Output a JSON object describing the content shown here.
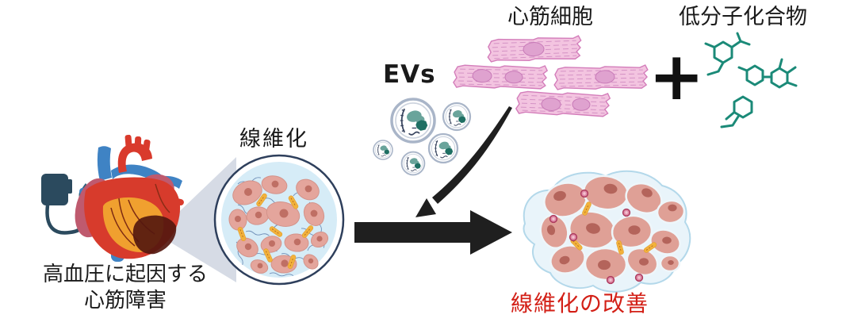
{
  "labels": {
    "cardiomyocytes": "心筋細胞",
    "small_molecules": "低分子化合物",
    "evs": "EVs",
    "fibrosis": "線維化",
    "cause_line1": "高血圧に起因する",
    "cause_line2": "心筋障害",
    "improvement": "線維化の改善",
    "plus": "+"
  },
  "colors": {
    "label_text": "#1a1a1a",
    "improvement_text": "#d32017",
    "molecule_teal": "#1b8a78",
    "arrow_black": "#1f1f1f",
    "myocyte_pink": "#f3c4e0",
    "myocyte_outline": "#d37dba",
    "vesicle_ring_gray": "#a9b5c8",
    "vesicle_cargo_teal": "#1e6f63",
    "fibrosis_matrix_blue": "#d6ecf7",
    "cell_salmon": "#dfa096",
    "nucleus_brown": "#b26158",
    "fibroblast_orange": "#f2b23c",
    "monitor_navy": "#2b4a5e",
    "heart_red": "#d93a2c",
    "vessel_blue": "#3f83c4",
    "cone_gray": "#d6dbe5"
  }
}
